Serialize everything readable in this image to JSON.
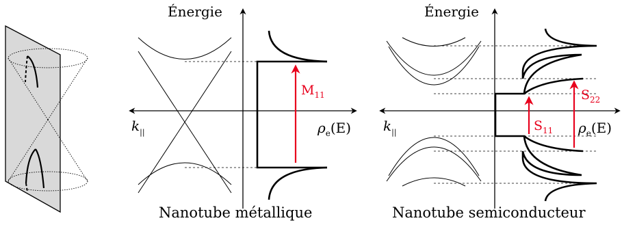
{
  "panels": {
    "metal": {
      "axis_energy": "Énergie",
      "axis_k": "k",
      "axis_k_sub": "||",
      "axis_rho": "ρ",
      "axis_rho_sub": "e",
      "axis_rho_arg": "(E)",
      "transition": "M",
      "transition_sub": "11",
      "caption": "Nanotube métallique"
    },
    "semi": {
      "axis_energy": "Énergie",
      "axis_k": "k",
      "axis_k_sub": "||",
      "axis_rho": "ρ",
      "axis_rho_sub": "e",
      "axis_rho_arg": "(E)",
      "transition_1": "S",
      "transition_1_sub": "11",
      "transition_2": "S",
      "transition_2_sub": "22",
      "caption": "Nanotube semiconducteur"
    }
  },
  "colors": {
    "line": "#000000",
    "accent": "#e8001c",
    "plane_fill": "#d9d9d9"
  }
}
